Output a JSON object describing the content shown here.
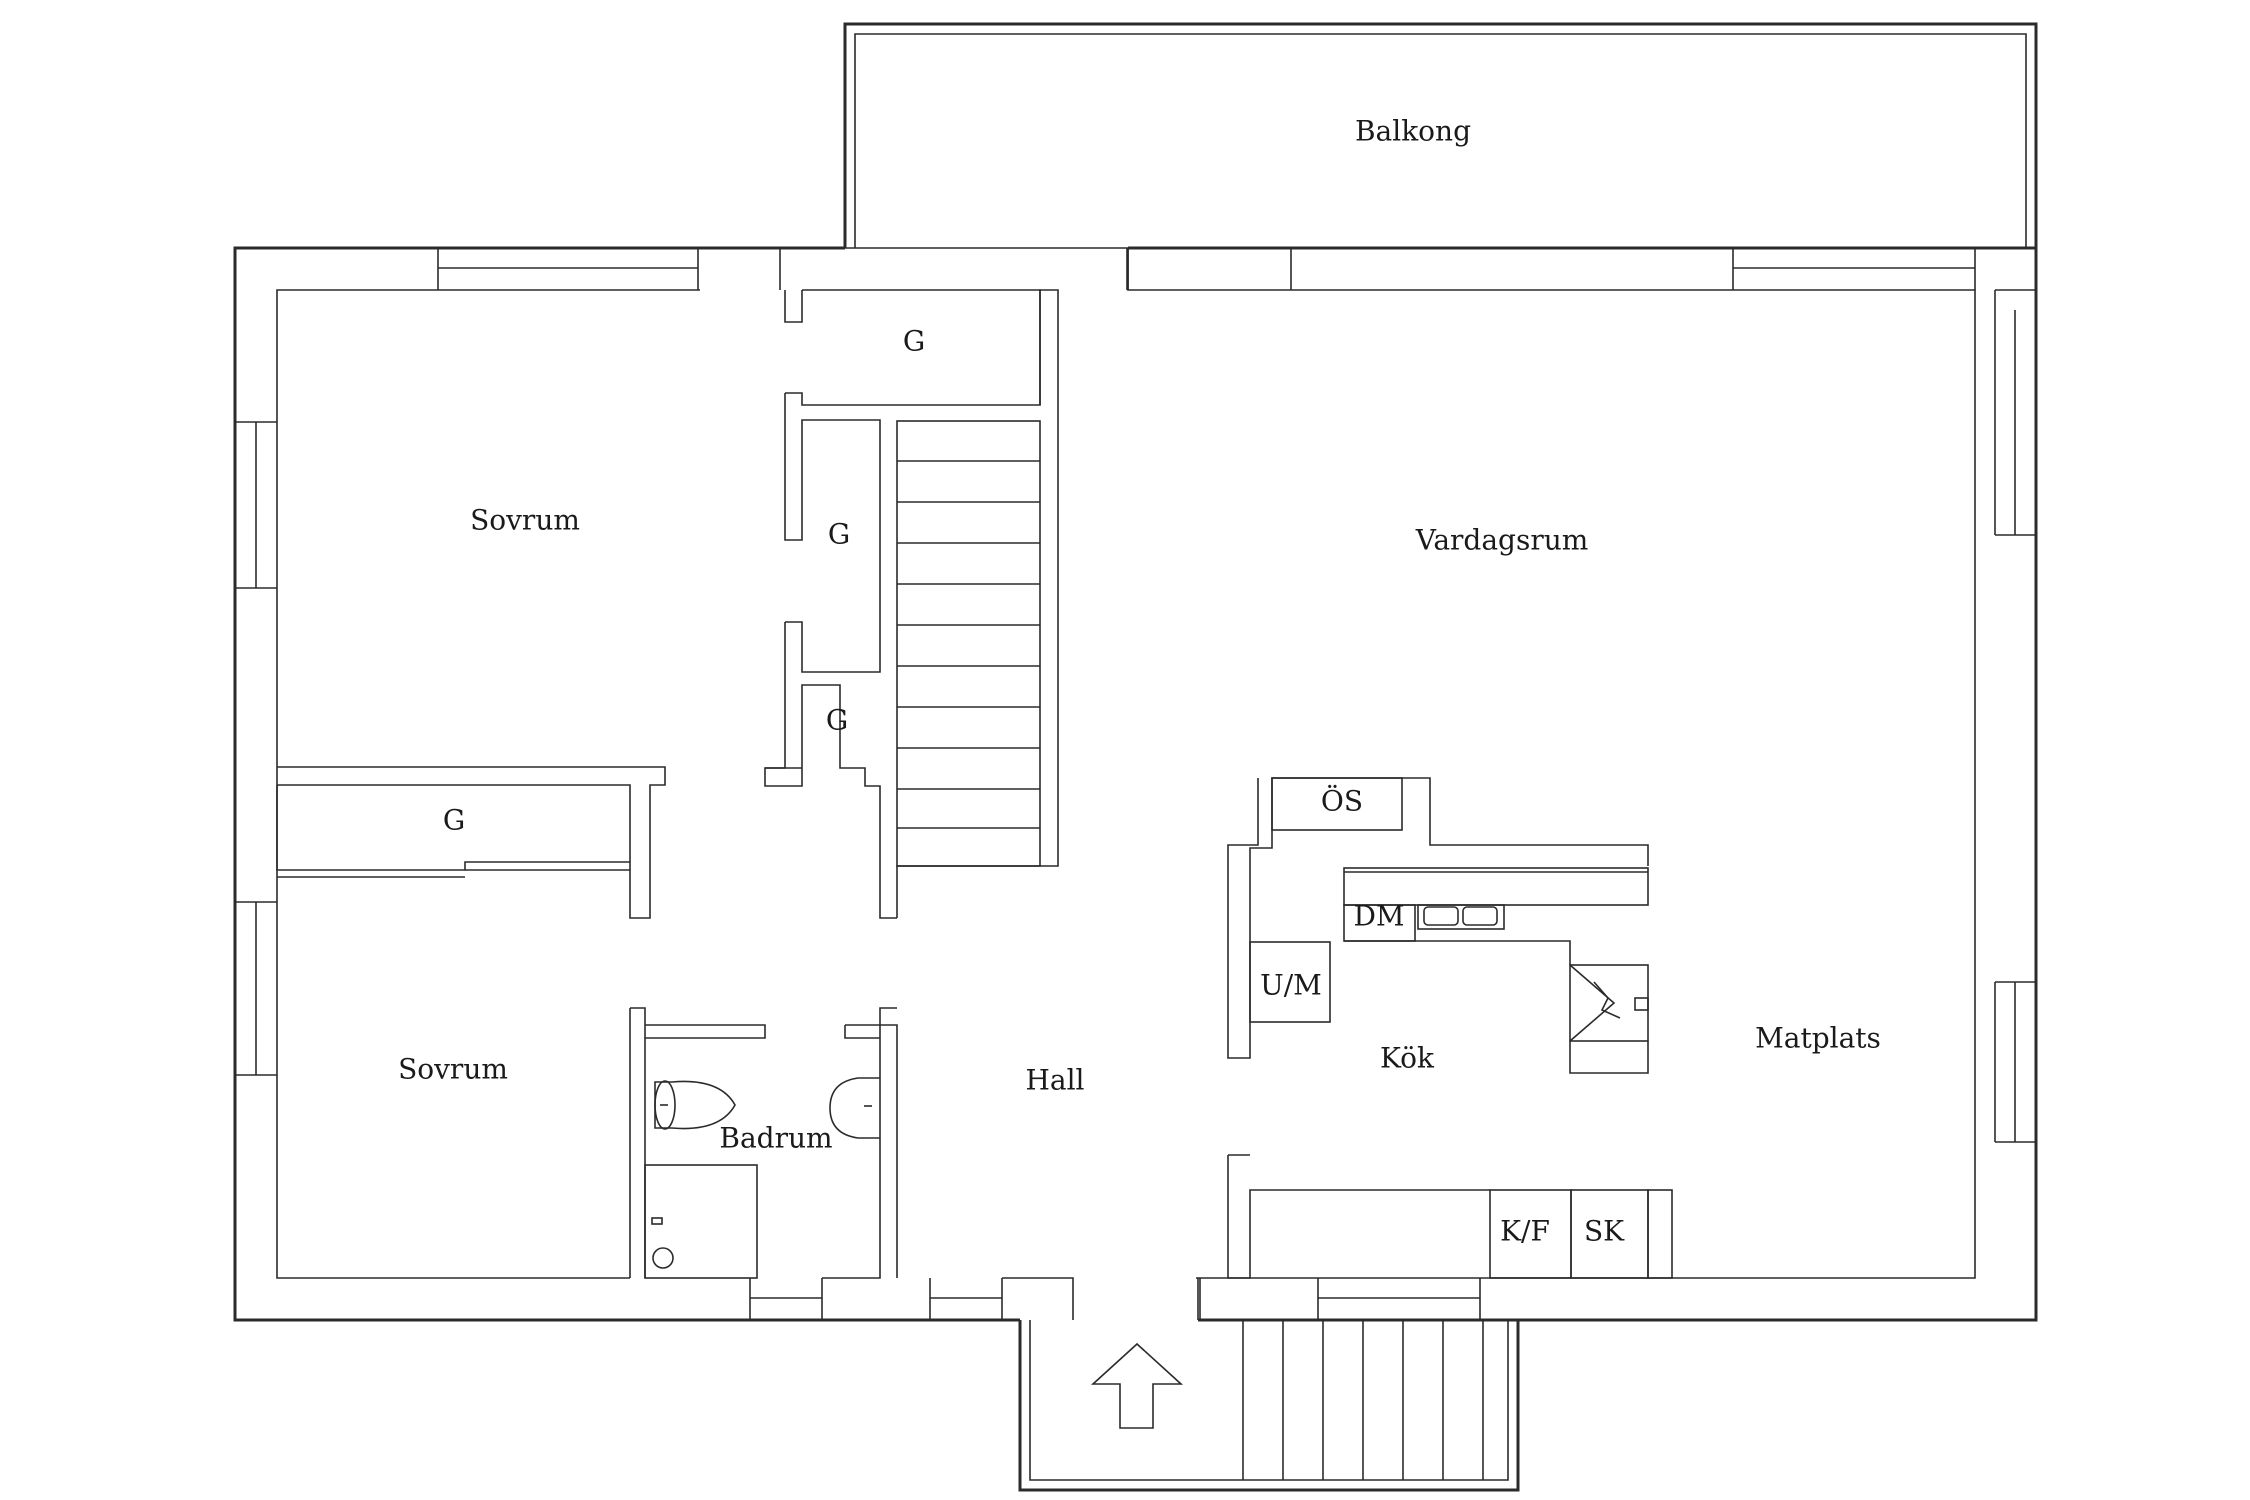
{
  "labels": {
    "balkong": "Balkong",
    "sovrum_1": "Sovrum",
    "sovrum_2": "Sovrum",
    "g_1": "G",
    "g_2": "G",
    "g_3": "G",
    "g_4": "G",
    "vardagsrum": "Vardagsrum",
    "os": "ÖS",
    "dm": "DM",
    "um": "U/M",
    "kok": "Kök",
    "matplats": "Matplats",
    "hall": "Hall",
    "badrum": "Badrum",
    "kf": "K/F",
    "sk": "SK"
  }
}
